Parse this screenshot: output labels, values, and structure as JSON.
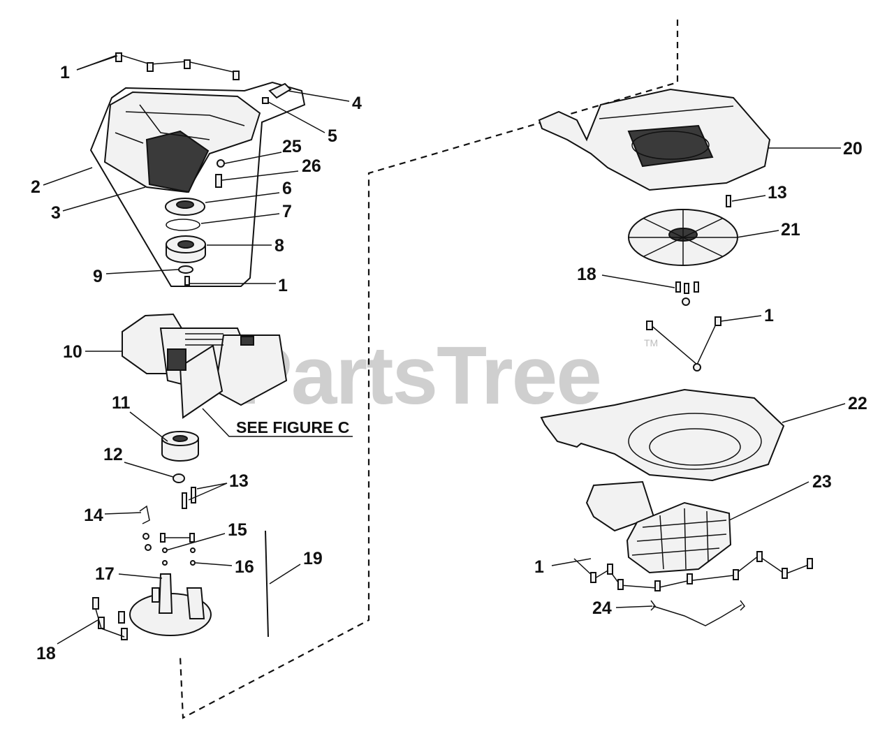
{
  "watermark": {
    "text": "PartsTree",
    "trademark": "TM"
  },
  "caption": "SEE FIGURE C",
  "labels": {
    "l1a": "1",
    "l2": "2",
    "l3": "3",
    "l4": "4",
    "l5": "5",
    "l25": "25",
    "l26": "26",
    "l6": "6",
    "l7": "7",
    "l8": "8",
    "l9": "9",
    "l1b": "1",
    "l10": "10",
    "l11": "11",
    "l12": "12",
    "l13a": "13",
    "l14": "14",
    "l15": "15",
    "l16": "16",
    "l17": "17",
    "l19": "19",
    "l18a": "18",
    "l20": "20",
    "l13b": "13",
    "l21": "21",
    "l18b": "18",
    "l1c": "1",
    "l22": "22",
    "l23": "23",
    "l1d": "1",
    "l24": "24"
  }
}
